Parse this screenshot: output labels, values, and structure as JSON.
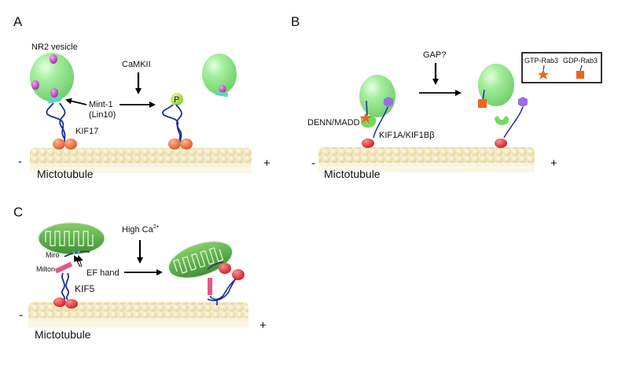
{
  "panels": {
    "A": {
      "letter": "A",
      "vesicle_label": "NR2 vesicle",
      "trigger_label": "CaMKII",
      "adaptor_label_line1": "Mint-1",
      "adaptor_label_line2": "(Lin10)",
      "motor_label": "KIF17",
      "phospho_label": "P",
      "minus_label": "-",
      "plus_label": "+",
      "track_label": "Mictotubule"
    },
    "B": {
      "letter": "B",
      "trigger_label": "GAP?",
      "adaptor_label": "DENN/MADD",
      "motor_label": "KIF1A/KIF1Bβ",
      "legend": {
        "items": [
          {
            "label": "GTP-Rab3",
            "symbol": "orange-star"
          },
          {
            "label": "GDP-Rab3",
            "symbol": "orange-square"
          }
        ]
      },
      "minus_label": "-",
      "plus_label": "+",
      "track_label": "Mictotubule"
    },
    "C": {
      "letter": "C",
      "trigger_label_base": "High Ca",
      "trigger_label_sup": "2+",
      "miro_label": "Miro",
      "milton_label": "Milton",
      "efhand_label": "EF hand",
      "motor_label": "KIF5",
      "minus_label": "-",
      "plus_label": "+",
      "track_label": "Mictotubule"
    }
  },
  "colors": {
    "vesicle": "#8fe38f",
    "cargo_receptor": "#b13ab8",
    "adaptor": "#5fd3c3",
    "coil": "#1a2f9c",
    "motor_head_orange": "#e86a3a",
    "motor_head_red": "#e0303a",
    "phospho": "#a6e34a",
    "rab_orange": "#f0641e",
    "hexagon": "#9a6ee0",
    "denn": "#6fdd5a",
    "mito": "#5aa84a",
    "milton": "#e8558a",
    "tubulin": "#efe2ae"
  }
}
